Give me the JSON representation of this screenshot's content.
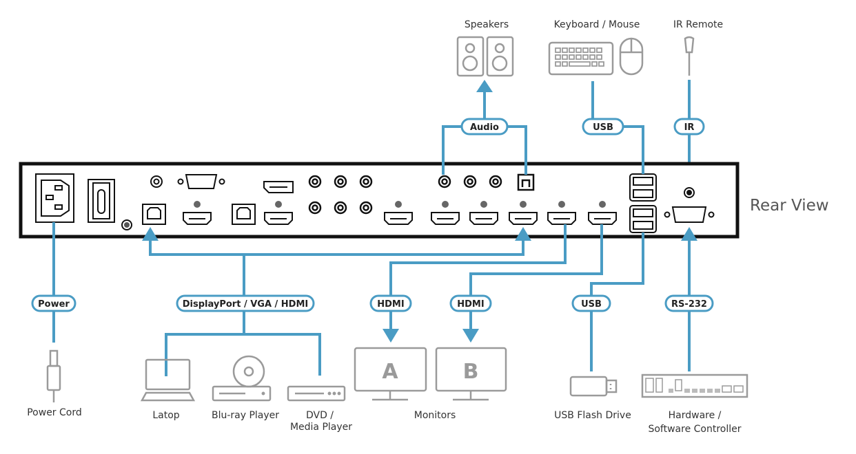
{
  "title": "Rear View",
  "colors": {
    "cable": "#4a9cc4",
    "panel_border": "#111111",
    "device": "#9a9a9a",
    "text": "#333333"
  },
  "top_devices": {
    "speakers": "Speakers",
    "keyboard_mouse": "Keyboard / Mouse",
    "ir_remote": "IR Remote"
  },
  "bottom_devices": {
    "power_cord": "Power Cord",
    "laptop": "Latop",
    "bluray": "Blu-ray Player",
    "dvd_line1": "DVD /",
    "dvd_line2": "Media Player",
    "monitors": "Monitors",
    "monitor_a": "A",
    "monitor_b": "B",
    "usb_flash": "USB Flash Drive",
    "controller_line1": "Hardware /",
    "controller_line2": "Software Controller"
  },
  "connections": {
    "audio": "Audio",
    "usb_top": "USB",
    "ir": "IR",
    "power": "Power",
    "video_in": "DisplayPort / VGA / HDMI",
    "hdmi_a": "HDMI",
    "hdmi_b": "HDMI",
    "usb_bottom": "USB",
    "rs232": "RS-232"
  }
}
